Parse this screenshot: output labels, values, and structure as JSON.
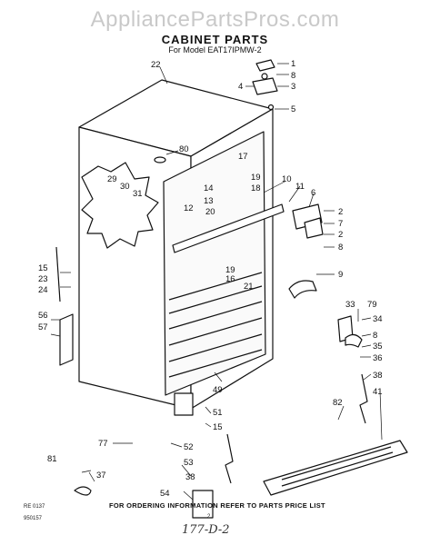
{
  "watermark": "AppliancePartsPros.com",
  "title": "CABINET PARTS",
  "subtitle": "For Model EAT17IPMW-2",
  "footer": "FOR ORDERING INFORMATION REFER TO PARTS PRICE LIST",
  "code_left": "RE 0137",
  "code_left2": "950157",
  "page_mark": "2",
  "handwritten": "177-D-2",
  "callouts": [
    "1",
    "8",
    "3",
    "4",
    "5",
    "22",
    "80",
    "17",
    "19",
    "18",
    "10",
    "11",
    "6",
    "2",
    "7",
    "2",
    "8",
    "14",
    "13",
    "12",
    "20",
    "29",
    "30",
    "31",
    "19",
    "16",
    "21",
    "9",
    "15",
    "23",
    "24",
    "56",
    "57",
    "33",
    "79",
    "34",
    "8",
    "35",
    "36",
    "38",
    "41",
    "82",
    "49",
    "51",
    "15",
    "52",
    "53",
    "77",
    "81",
    "38",
    "37",
    "54"
  ]
}
